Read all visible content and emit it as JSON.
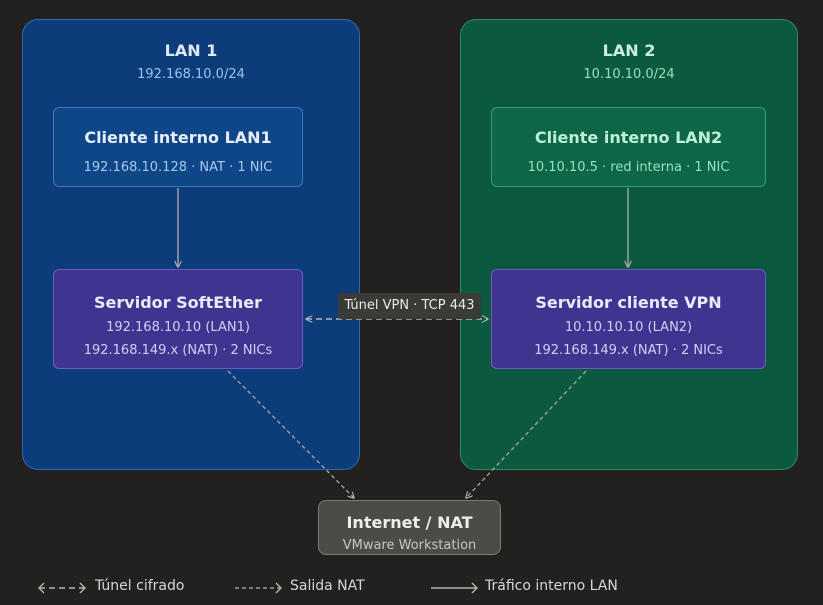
{
  "lan1": {
    "title": "LAN 1",
    "subnet": "192.168.10.0/24",
    "client": {
      "title": "Cliente interno LAN1",
      "detail": "192.168.10.128 · NAT · 1 NIC"
    },
    "server": {
      "title": "Servidor SoftEther",
      "line1": "192.168.10.10 (LAN1)",
      "line2": "192.168.149.x (NAT) · 2 NICs"
    }
  },
  "lan2": {
    "title": "LAN 2",
    "subnet": "10.10.10.0/24",
    "client": {
      "title": "Cliente interno LAN2",
      "detail": "10.10.10.5 · red interna · 1 NIC"
    },
    "server": {
      "title": "Servidor cliente VPN",
      "line1": "10.10.10.10 (LAN2)",
      "line2": "192.168.149.x (NAT) · 2 NICs"
    }
  },
  "tunnel": {
    "label": "Túnel VPN · TCP 443"
  },
  "internet": {
    "title": "Internet / NAT",
    "subtitle": "VMware Workstation"
  },
  "legend": {
    "tunnel": "Túnel cifrado",
    "nat": "Salida NAT",
    "lan": "Tráfico interno LAN"
  },
  "colors": {
    "lan1_zone": "#0c3d7a",
    "lan2_zone": "#0b5a3f",
    "server": "#3f3590",
    "internet": "#4d4b47",
    "background": "#222120",
    "line": "#a9a6a0"
  }
}
